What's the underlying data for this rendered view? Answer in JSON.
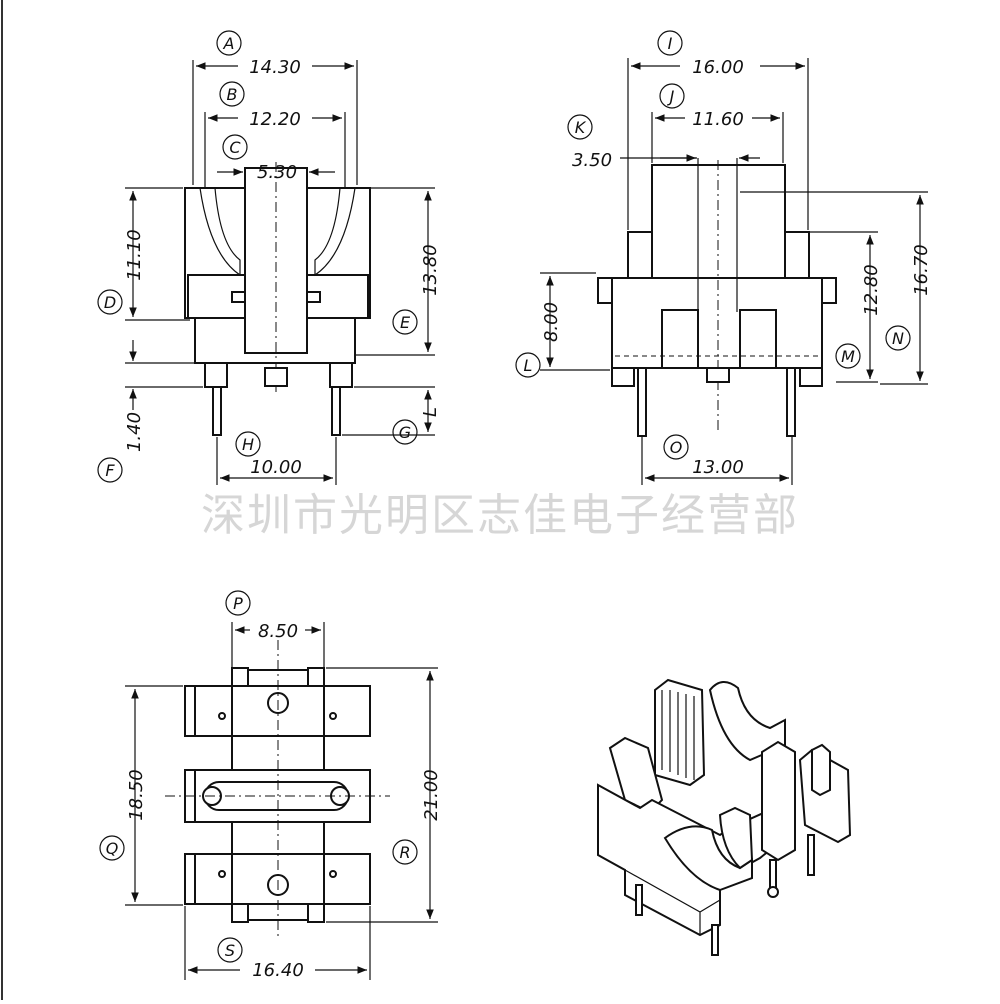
{
  "watermark": "深圳市光明区志佳电子经营部",
  "views": {
    "front": {
      "A": {
        "letter": "A",
        "value": "14.30"
      },
      "B": {
        "letter": "B",
        "value": "12.20"
      },
      "C": {
        "letter": "C",
        "value": "5.30"
      },
      "D": {
        "letter": "D",
        "value": "11.10"
      },
      "E": {
        "letter": "E",
        "value": "13.80"
      },
      "F": {
        "letter": "F",
        "value": "1.40"
      },
      "G": {
        "letter": "G"
      },
      "H": {
        "letter": "H",
        "value": "10.00"
      },
      "L": {
        "letter": "L"
      }
    },
    "side": {
      "I": {
        "letter": "I",
        "value": "16.00"
      },
      "J": {
        "letter": "J",
        "value": "11.60"
      },
      "K": {
        "letter": "K",
        "value": "3.50"
      },
      "L": {
        "letter": "L",
        "value": "8.00"
      },
      "M": {
        "letter": "M",
        "value": "12.80"
      },
      "N": {
        "letter": "N",
        "value": "16.70"
      },
      "O": {
        "letter": "O",
        "value": "13.00"
      }
    },
    "bottom": {
      "P": {
        "letter": "P",
        "value": "8.50"
      },
      "Q": {
        "letter": "Q",
        "value": "18.50"
      },
      "R": {
        "letter": "R",
        "value": "21.00"
      },
      "S": {
        "letter": "S",
        "value": "16.40"
      }
    }
  }
}
